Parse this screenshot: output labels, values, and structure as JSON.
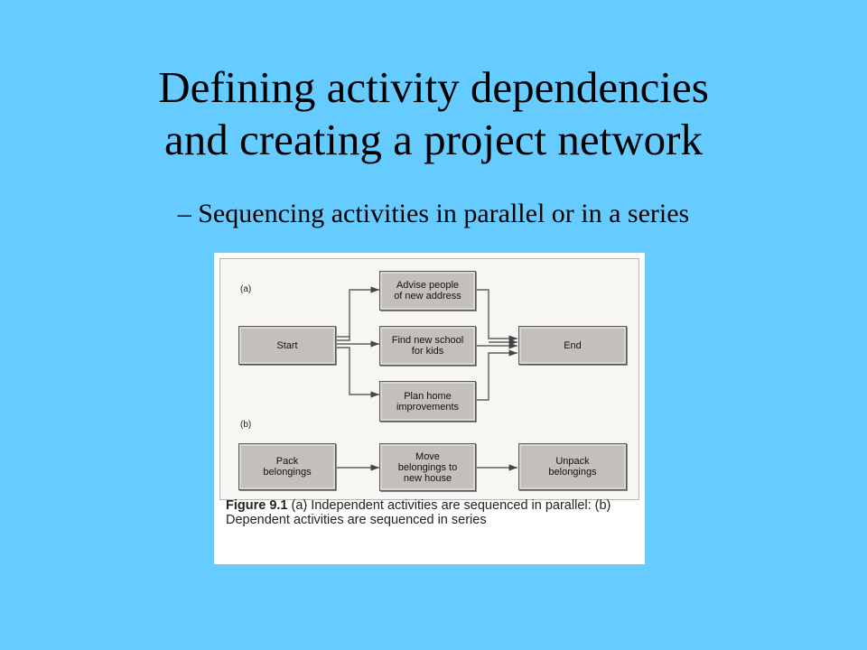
{
  "slide": {
    "title_line1": "Defining activity dependencies",
    "title_line2": "and creating a project network",
    "bullet": "– Sequencing activities in parallel or in a series"
  },
  "figure": {
    "label_a": "(a)",
    "label_b": "(b)",
    "parallel": {
      "start": "Start",
      "end": "End",
      "activities": [
        "Advise people\nof new address",
        "Find new school\nfor kids",
        "Plan home\nimprovements"
      ]
    },
    "series": {
      "activities": [
        "Pack\nbelongings",
        "Move\nbelongings to\nnew house",
        "Unpack\nbelongings"
      ]
    },
    "caption_bold": "Figure 9.1",
    "caption_text": "  (a) Independent activities are sequenced in parallel: (b) Dependent activities are sequenced in series"
  },
  "colors": {
    "background": "#66ccff",
    "box_fill": "#c3c0bb"
  }
}
